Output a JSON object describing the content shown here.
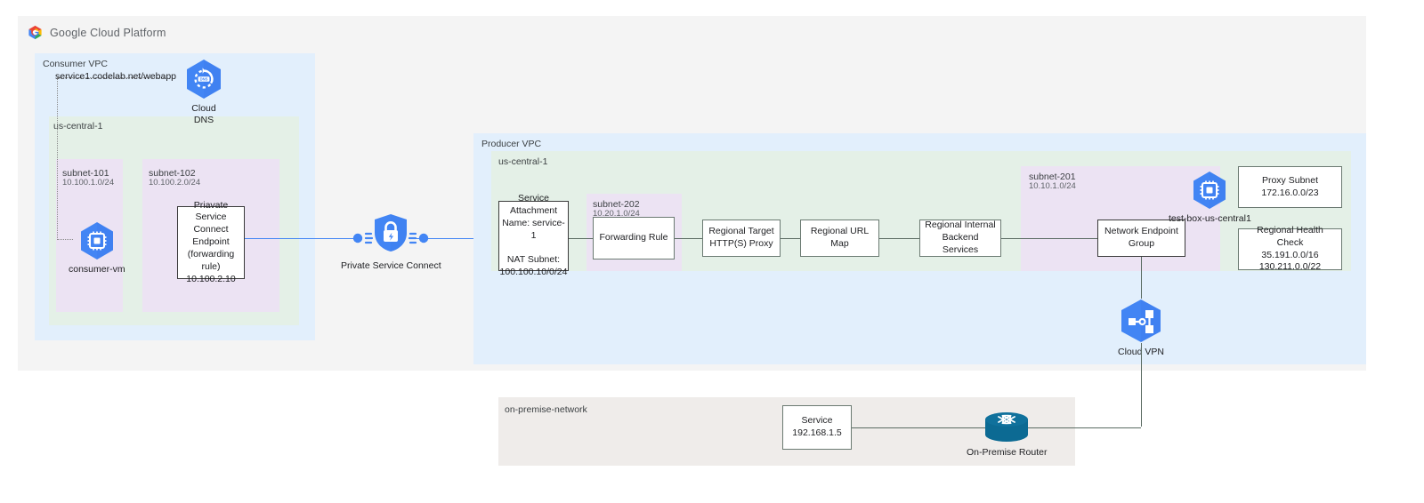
{
  "brand": {
    "name": "Google Cloud Platform",
    "logo_icon": "google-cloud-logo-icon"
  },
  "consumer_vpc": {
    "label": "Consumer VPC",
    "dns_record": "service1.codelab.net/webapp",
    "cloud_dns": {
      "label": "Cloud\nDNS",
      "icon": "cloud-dns-icon"
    },
    "region": {
      "label": "us-central-1"
    },
    "subnets": [
      {
        "name": "subnet-101",
        "cidr": "10.100.1.0/24"
      },
      {
        "name": "subnet-102",
        "cidr": "10.100.2.0/24"
      }
    ],
    "vm": {
      "label": "consumer-vm",
      "icon": "compute-engine-icon"
    },
    "psc_endpoint": "Priavate Service\nConnect Endpoint\n(forwarding rule)\n10.100.2.10"
  },
  "private_service_connect": {
    "label": "Private Service Connect",
    "icon": "private-service-connect-icon"
  },
  "producer_vpc": {
    "label": "Producer VPC",
    "region": {
      "label": "us-central-1"
    },
    "service_attachment": "Service\nAttachment\nName: service-1\n\nNAT Subnet:\n100.100.10/0/24",
    "subnet_202": {
      "name": "subnet-202",
      "cidr": "10.20.1.0/24"
    },
    "forwarding_rule": "Forwarding Rule",
    "target_proxy": "Regional Target\nHTTP(S) Proxy",
    "url_map": "Regional URL Map",
    "backend_services": "Regional Internal\nBackend Services",
    "subnet_201": {
      "name": "subnet-201",
      "cidr": "10.10.1.0/24"
    },
    "test_box": {
      "label": "test-box-us-central1",
      "icon": "compute-engine-icon"
    },
    "network_endpoint_group": "Network Endpoint\nGroup",
    "proxy_subnet": "Proxy Subnet\n172.16.0.0/23",
    "health_check": "Regional Health Check\n35.191.0.0/16\n130.211.0.0/22"
  },
  "cloud_vpn": {
    "label": "Cloud VPN",
    "icon": "cloud-vpn-icon"
  },
  "on_premise": {
    "label": "on-premise-network",
    "service": "Service\n192.168.1.5",
    "router": {
      "label": "On-Premise Router",
      "icon": "router-icon"
    }
  },
  "colors": {
    "canvas": "#f4f4f4",
    "vpc_blue": "#e2effc",
    "region_green": "#e4f0e7",
    "subnet_purple": "#ece3f3",
    "onprem_gray": "#efecea",
    "gcp_blue": "#4285f4",
    "router_teal": "#0c6a93",
    "line_gray": "#5a6b62"
  }
}
